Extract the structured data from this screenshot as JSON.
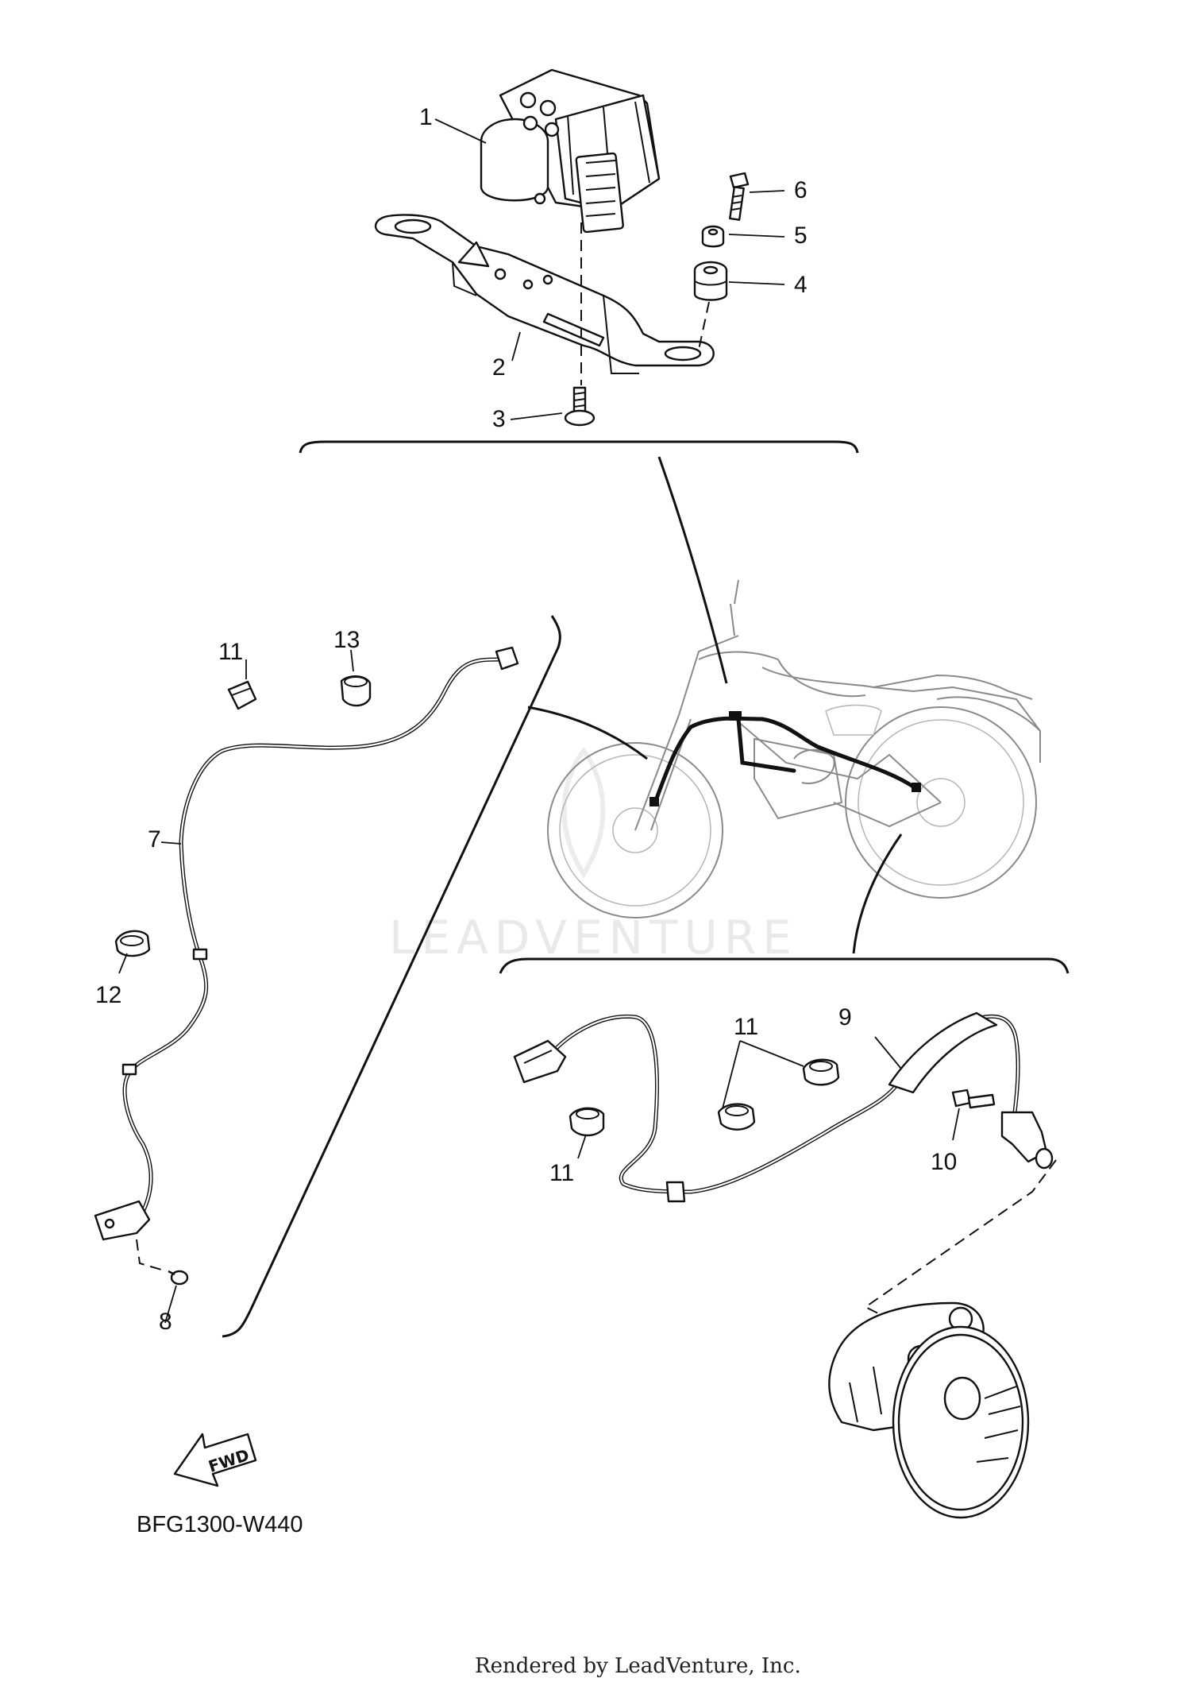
{
  "diagram_code": "BFG1300-W440",
  "footer_text": "Rendered by LeadVenture, Inc.",
  "watermark_text": "LEADVENTURE",
  "fwd_label": "FWD",
  "callouts": {
    "c1": "1",
    "c2": "2",
    "c3": "3",
    "c4": "4",
    "c5": "5",
    "c6": "6",
    "c7": "7",
    "c8": "8",
    "c9": "9",
    "c10": "10",
    "c11a": "11",
    "c11b": "11",
    "c11c": "11",
    "c12": "12",
    "c13": "13"
  },
  "colors": {
    "line": "#111111",
    "motorcycle": "#8a8a8a",
    "watermark": "#e9e9e9"
  }
}
